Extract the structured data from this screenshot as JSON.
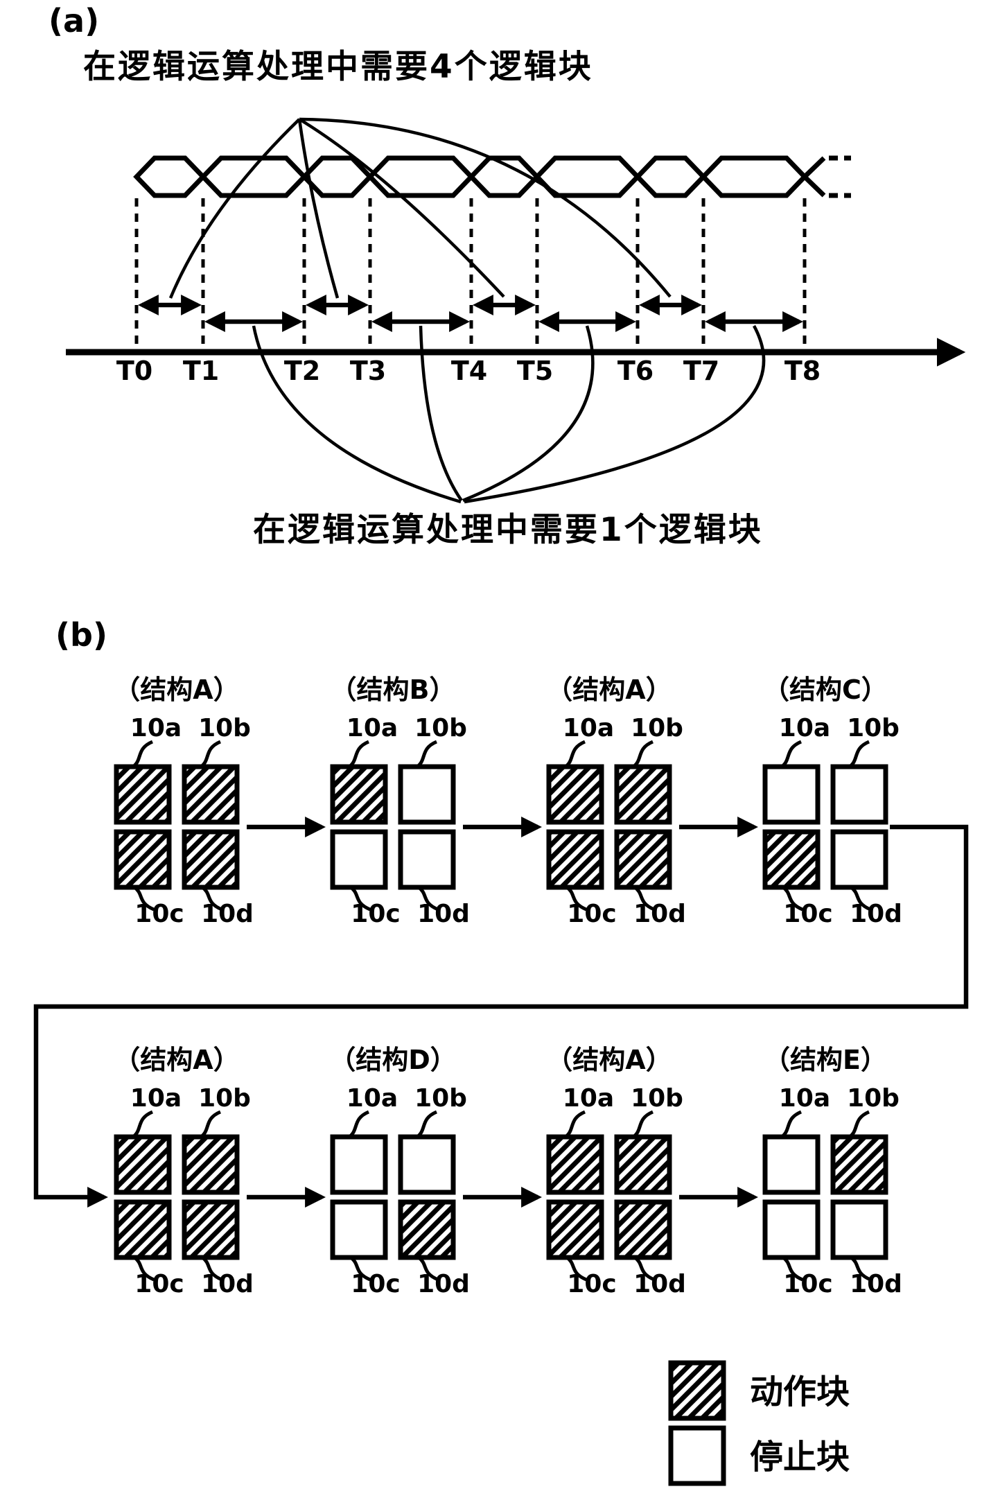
{
  "figure": {
    "colors": {
      "ink": "#000000",
      "paper": "#ffffff"
    },
    "panel_a": {
      "label": "(a)",
      "annotation_top": "在逻辑运算处理中需要4个逻辑块",
      "annotation_bottom": "在逻辑运算处理中需要1个逻辑块",
      "time_labels": [
        "T0",
        "T1",
        "T2",
        "T3",
        "T4",
        "T5",
        "T6",
        "T7",
        "T8"
      ]
    },
    "panel_b": {
      "label": "(b)",
      "block_labels": {
        "tl": "10a",
        "tr": "10b",
        "bl": "10c",
        "br": "10d"
      },
      "rows": [
        {
          "groups": [
            {
              "name": "（结构A）",
              "active": [
                "10a",
                "10b",
                "10c",
                "10d"
              ]
            },
            {
              "name": "（结构B）",
              "active": [
                "10a"
              ]
            },
            {
              "name": "（结构A）",
              "active": [
                "10a",
                "10b",
                "10c",
                "10d"
              ]
            },
            {
              "name": "（结构C）",
              "active": [
                "10c"
              ]
            }
          ]
        },
        {
          "groups": [
            {
              "name": "（结构A）",
              "active": [
                "10a",
                "10b",
                "10c",
                "10d"
              ]
            },
            {
              "name": "（结构D）",
              "active": [
                "10d"
              ]
            },
            {
              "name": "（结构A）",
              "active": [
                "10a",
                "10b",
                "10c",
                "10d"
              ]
            },
            {
              "name": "（结构E）",
              "active": [
                "10b"
              ]
            }
          ]
        }
      ],
      "legend": [
        {
          "style": "hatched",
          "label": "动作块"
        },
        {
          "style": "empty",
          "label": "停止块"
        }
      ]
    }
  }
}
